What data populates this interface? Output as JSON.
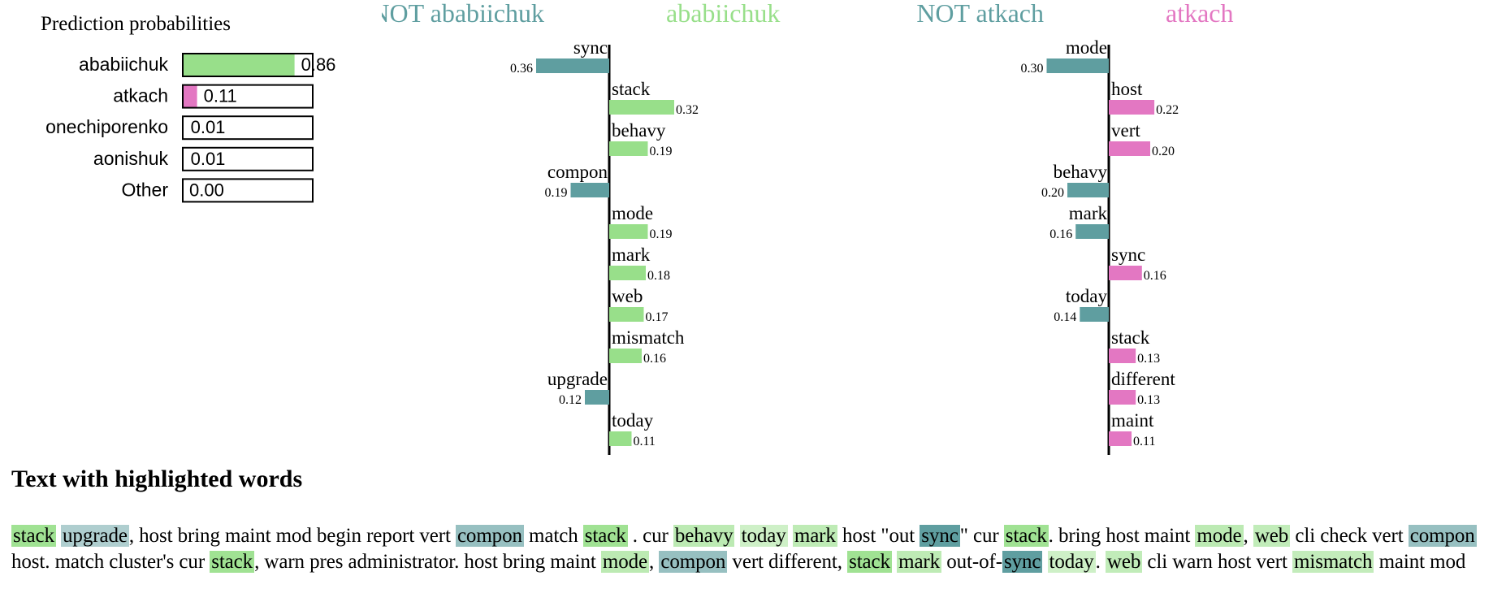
{
  "prediction_probabilities": {
    "title": "Prediction probabilities",
    "colors": {
      "ababiichuk": "#98df8a",
      "atkach": "#e377c2",
      "onechiporenko": "#ffffff",
      "aonishuk": "#ffffff",
      "Other": "#ffffff"
    },
    "items": [
      {
        "label": "ababiichuk",
        "value": 0.86,
        "value_text": "0.86"
      },
      {
        "label": "atkach",
        "value": 0.11,
        "value_text": "0.11"
      },
      {
        "label": "onechiporenko",
        "value": 0.01,
        "value_text": "0.01"
      },
      {
        "label": "aonishuk",
        "value": 0.01,
        "value_text": "0.01"
      },
      {
        "label": "Other",
        "value": 0.0,
        "value_text": "0.00"
      }
    ]
  },
  "chart_data": [
    {
      "type": "bar",
      "orientation": "horizontal",
      "class_labels": [
        "NOT ababiichuk",
        "ababiichuk"
      ],
      "colors": {
        "negative": "#5f9ea0",
        "positive": "#98df8a"
      },
      "bars": [
        {
          "feature": "sync",
          "value": -0.36,
          "value_text": "0.36"
        },
        {
          "feature": "stack",
          "value": 0.32,
          "value_text": "0.32"
        },
        {
          "feature": "behavy",
          "value": 0.19,
          "value_text": "0.19"
        },
        {
          "feature": "compon",
          "value": -0.19,
          "value_text": "0.19"
        },
        {
          "feature": "mode",
          "value": 0.19,
          "value_text": "0.19"
        },
        {
          "feature": "mark",
          "value": 0.18,
          "value_text": "0.18"
        },
        {
          "feature": "web",
          "value": 0.17,
          "value_text": "0.17"
        },
        {
          "feature": "mismatch",
          "value": 0.16,
          "value_text": "0.16"
        },
        {
          "feature": "upgrade",
          "value": -0.12,
          "value_text": "0.12"
        },
        {
          "feature": "today",
          "value": 0.11,
          "value_text": "0.11"
        }
      ]
    },
    {
      "type": "bar",
      "orientation": "horizontal",
      "class_labels": [
        "NOT atkach",
        "atkach"
      ],
      "colors": {
        "negative": "#5f9ea0",
        "positive": "#e377c2"
      },
      "bars": [
        {
          "feature": "mode",
          "value": -0.3,
          "value_text": "0.30"
        },
        {
          "feature": "host",
          "value": 0.22,
          "value_text": "0.22"
        },
        {
          "feature": "vert",
          "value": 0.2,
          "value_text": "0.20"
        },
        {
          "feature": "behavy",
          "value": -0.2,
          "value_text": "0.20"
        },
        {
          "feature": "mark",
          "value": -0.16,
          "value_text": "0.16"
        },
        {
          "feature": "sync",
          "value": 0.16,
          "value_text": "0.16"
        },
        {
          "feature": "today",
          "value": -0.14,
          "value_text": "0.14"
        },
        {
          "feature": "stack",
          "value": 0.13,
          "value_text": "0.13"
        },
        {
          "feature": "different",
          "value": 0.13,
          "value_text": "0.13"
        },
        {
          "feature": "maint",
          "value": 0.11,
          "value_text": "0.11"
        }
      ]
    }
  ],
  "text_section": {
    "title": "Text with highlighted words",
    "colors": {
      "positive": "#98df8a",
      "negative": "#5f9ea0"
    },
    "tokens": [
      {
        "t": "stack",
        "w": 0.32
      },
      {
        "t": " "
      },
      {
        "t": "upgrade",
        "w": -0.12
      },
      {
        "t": ", host bring maint mod begin report vert "
      },
      {
        "t": "compon",
        "w": -0.19
      },
      {
        "t": " match "
      },
      {
        "t": "stack",
        "w": 0.32
      },
      {
        "t": " . cur "
      },
      {
        "t": "behavy",
        "w": 0.19
      },
      {
        "t": " "
      },
      {
        "t": "today",
        "w": 0.11
      },
      {
        "t": " "
      },
      {
        "t": "mark",
        "w": 0.18
      },
      {
        "t": " host \"out "
      },
      {
        "t": "sync",
        "w": -0.36
      },
      {
        "t": "\" cur "
      },
      {
        "t": "stack",
        "w": 0.32
      },
      {
        "t": ". bring host maint "
      },
      {
        "t": "mode",
        "w": 0.19
      },
      {
        "t": ", "
      },
      {
        "t": "web",
        "w": 0.17
      },
      {
        "t": " cli check vert "
      },
      {
        "t": "compon",
        "w": -0.19
      },
      {
        "t": " host. match cluster's cur "
      },
      {
        "t": "stack",
        "w": 0.32
      },
      {
        "t": ", warn pres administrator. host bring maint "
      },
      {
        "t": "mode",
        "w": 0.19
      },
      {
        "t": ", "
      },
      {
        "t": "compon",
        "w": -0.19
      },
      {
        "t": " vert different, "
      },
      {
        "t": "stack",
        "w": 0.32
      },
      {
        "t": " "
      },
      {
        "t": "mark",
        "w": 0.18
      },
      {
        "t": " out-of-"
      },
      {
        "t": "sync",
        "w": -0.36
      },
      {
        "t": " "
      },
      {
        "t": "today",
        "w": 0.11
      },
      {
        "t": ". "
      },
      {
        "t": "web",
        "w": 0.17
      },
      {
        "t": " cli warn host vert "
      },
      {
        "t": "mismatch",
        "w": 0.16
      },
      {
        "t": " maint mod"
      }
    ]
  }
}
